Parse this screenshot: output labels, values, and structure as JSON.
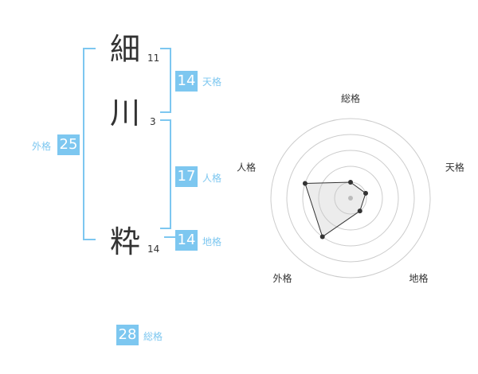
{
  "name": {
    "chars": [
      {
        "char": "細",
        "strokes": "11"
      },
      {
        "char": "川",
        "strokes": "3"
      },
      {
        "char": "粋",
        "strokes": "14"
      }
    ]
  },
  "kaku": {
    "tenkaku": {
      "value": "14",
      "label": "天格"
    },
    "jinkaku": {
      "value": "17",
      "label": "人格"
    },
    "chikaku": {
      "value": "14",
      "label": "地格"
    },
    "gaikaku": {
      "value": "25",
      "label": "外格"
    },
    "soukaku": {
      "value": "28",
      "label": "総格"
    }
  },
  "colors": {
    "accent": "#7dc7f0",
    "text": "#333333",
    "grid": "#cccccc"
  },
  "chart_data": {
    "type": "radar",
    "axes": [
      "総格",
      "天格",
      "地格",
      "外格",
      "人格"
    ],
    "values": [
      1,
      1,
      1,
      3,
      3
    ],
    "max": 5
  }
}
